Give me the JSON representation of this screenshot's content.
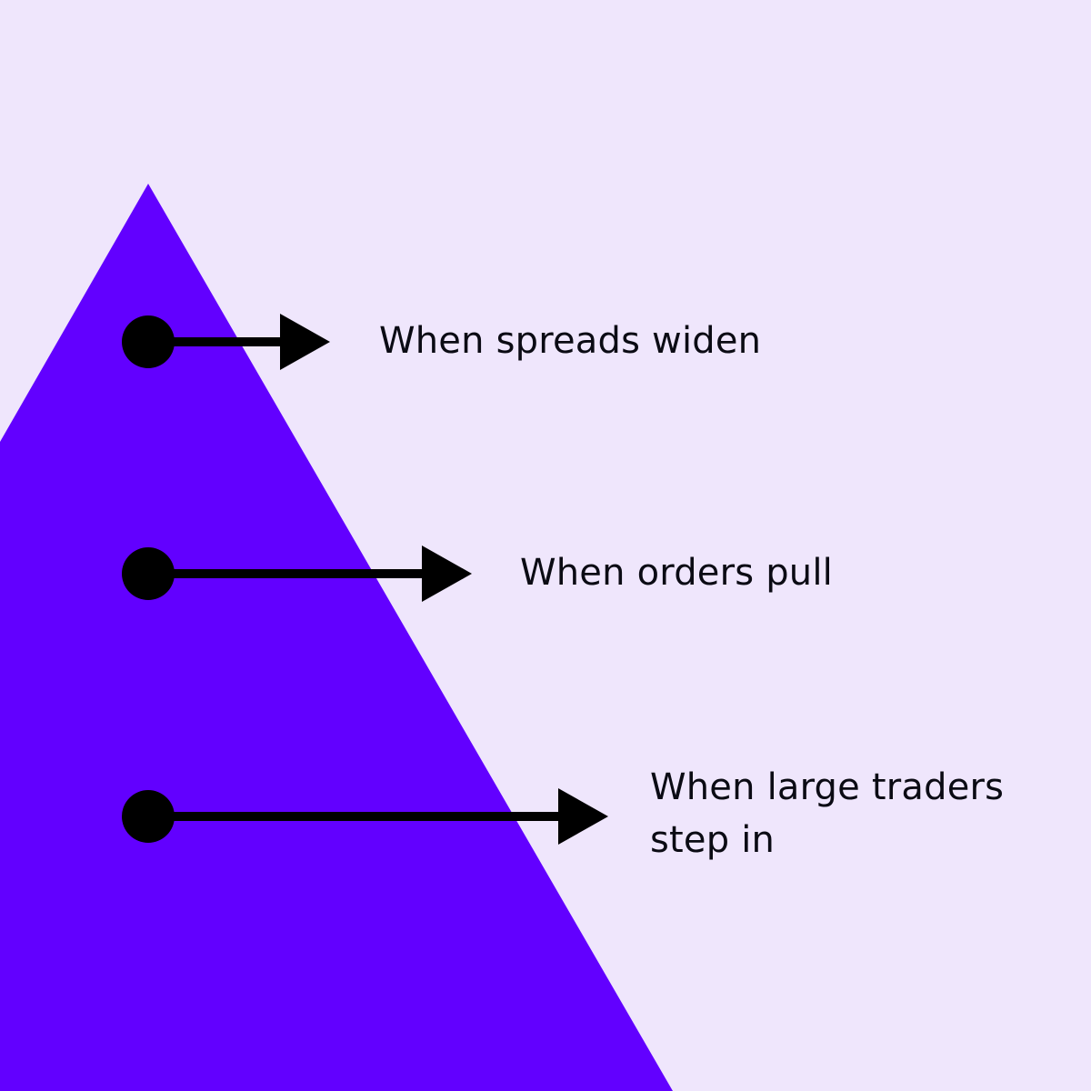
{
  "colors": {
    "background": "#EFE6FC",
    "triangle": "#6200FF",
    "marker": "#000000"
  },
  "items": [
    {
      "label": "When spreads widen"
    },
    {
      "label": "When orders pull"
    },
    {
      "label": "When large traders step in"
    }
  ]
}
